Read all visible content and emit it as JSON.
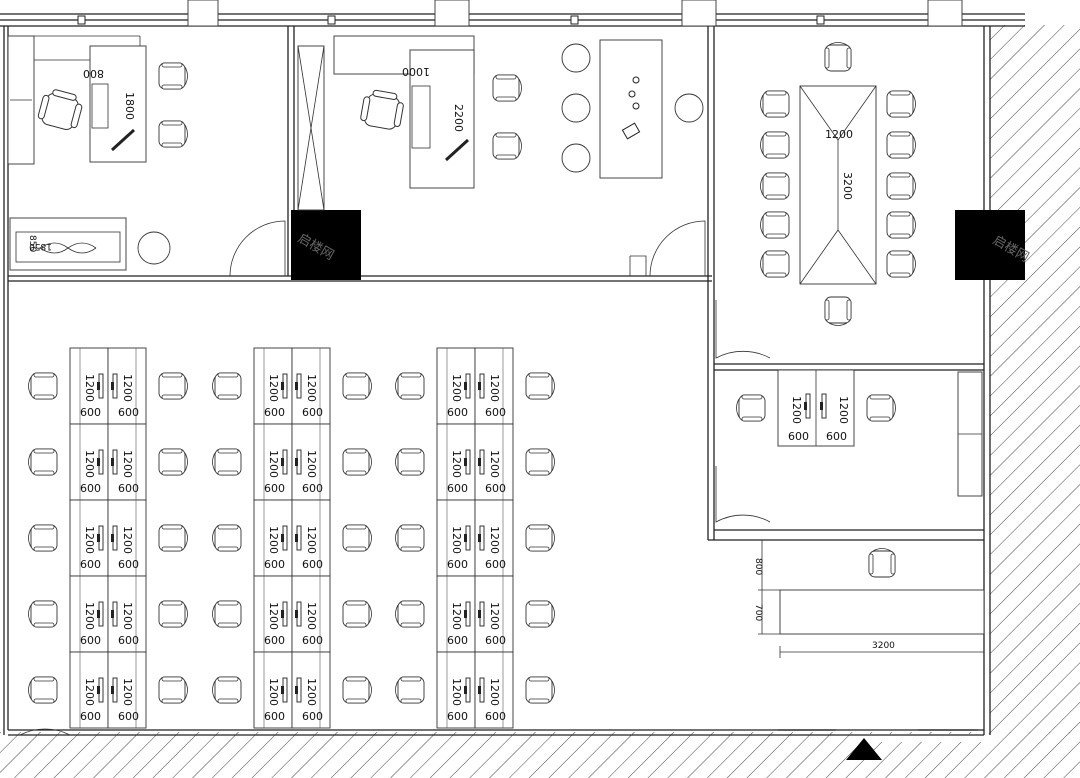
{
  "plan": {
    "workstation_width": "600",
    "workstation_depth": "1200",
    "office_a": {
      "desk_w": "800",
      "desk_l": "1800",
      "sofa_l": "1850",
      "sofa_d": "850"
    },
    "office_b": {
      "desk_w": "1000",
      "desk_l": "2200"
    },
    "meeting": {
      "table_w": "1200",
      "table_l": "3200"
    },
    "reception": {
      "d1": "800",
      "d2": "700",
      "d3": "3200"
    },
    "watermark": "启楼网"
  }
}
